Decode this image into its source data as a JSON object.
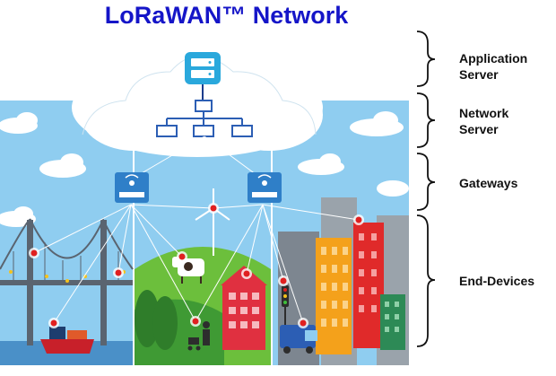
{
  "title": "LoRaWAN™ Network",
  "layers": [
    {
      "line1": "Application",
      "line2": "Server"
    },
    {
      "line1": "Network",
      "line2": "Server"
    },
    {
      "line1": "Gateways",
      "line2": ""
    },
    {
      "line1": "End-Devices",
      "line2": ""
    }
  ],
  "icons": {
    "application_server": "server-icon",
    "network_server": "network-tree-icon",
    "gateway": "gateway-router-icon",
    "end_device": "red-sensor-node-icon"
  },
  "colors": {
    "title": "#1515c8",
    "sky": "#8fcdf0",
    "gateway": "#2f7fc8",
    "sensor": "#e02020",
    "grass": "#6cbf3c"
  }
}
